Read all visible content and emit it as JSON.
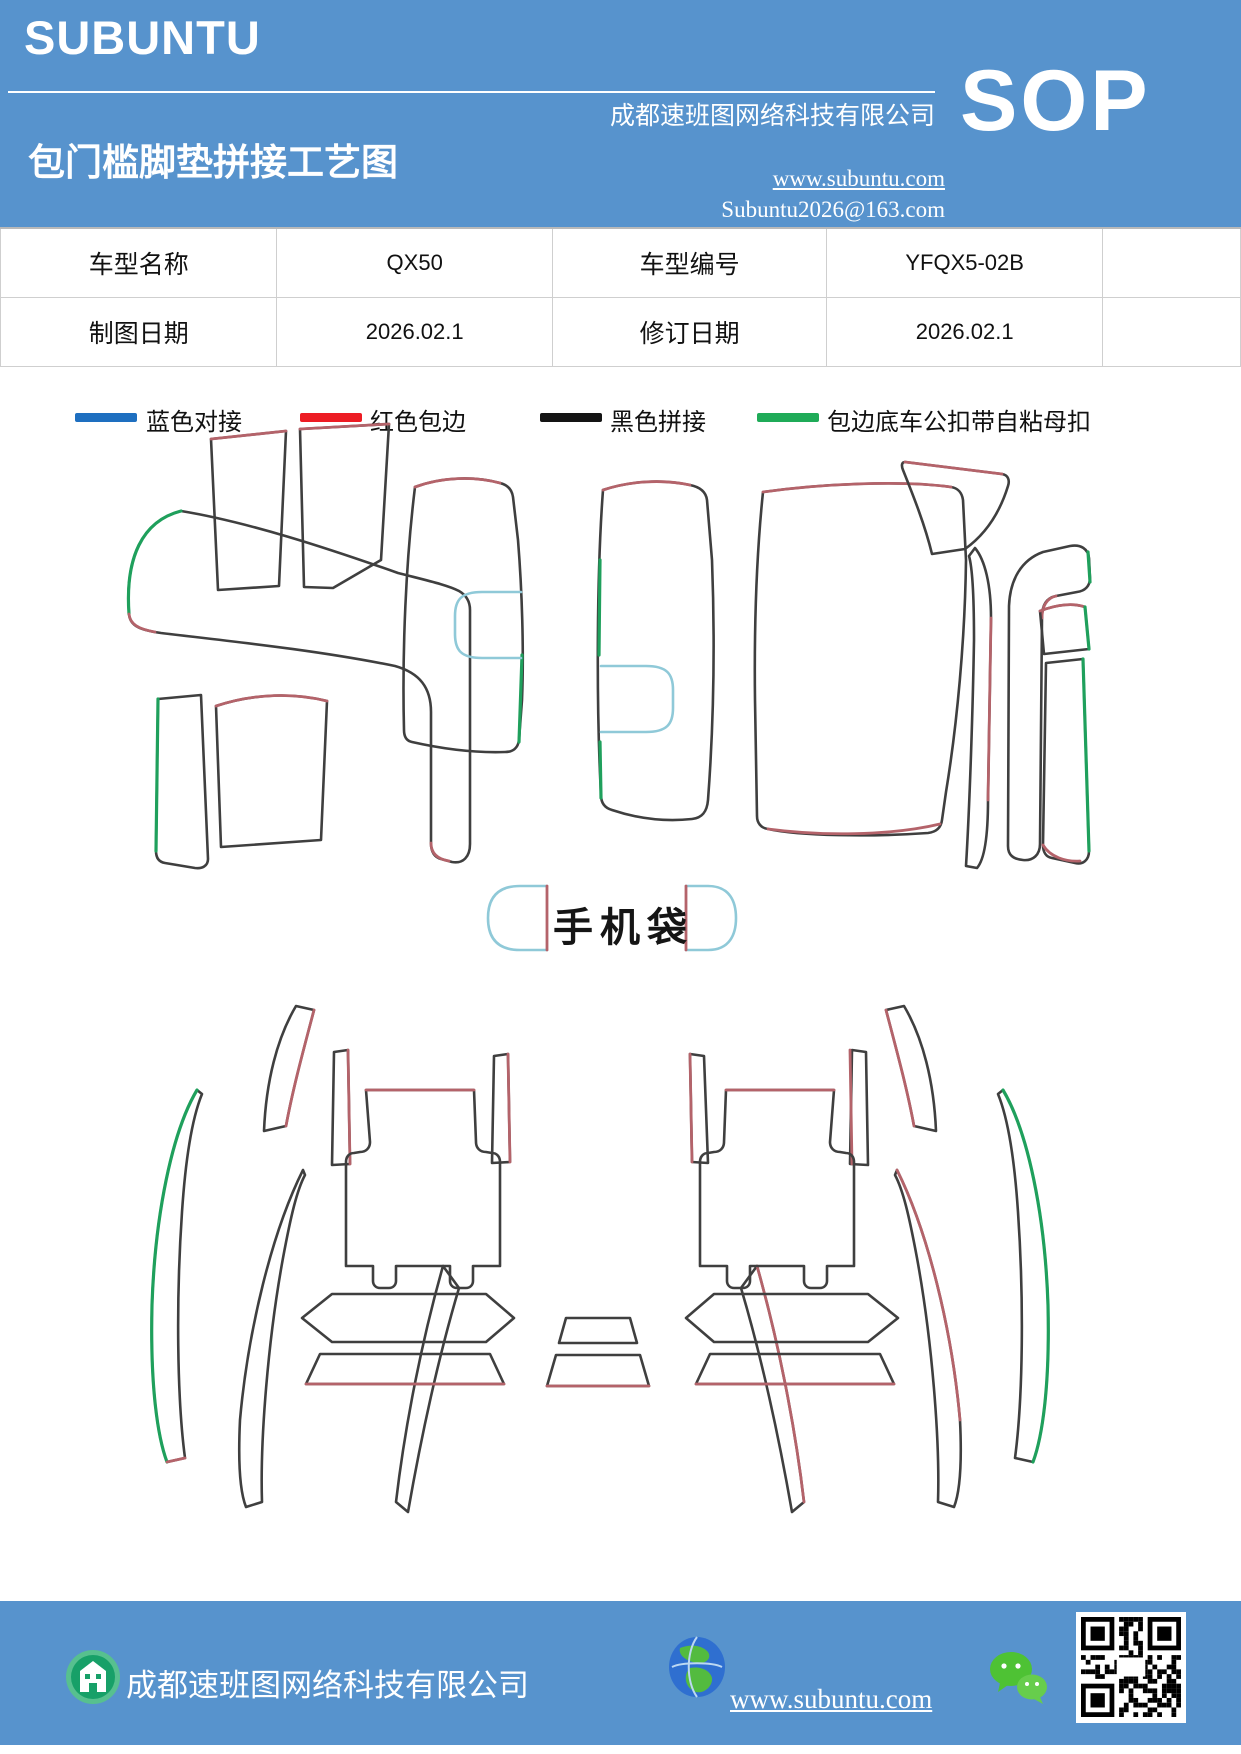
{
  "colors": {
    "brand_blue": "#5793cd",
    "outline": "#3f3f3f",
    "red_edge": "#b4636a",
    "green_edge": "#1fa05c",
    "cyan_edge": "#8fc9d8"
  },
  "header": {
    "logo": "SUBUNTU",
    "company": "成都速班图网络科技有限公司",
    "title": "包门槛脚垫拼接工艺图",
    "sop": "SOP",
    "website": "www.subuntu.com",
    "email": "Subuntu2026@163.com"
  },
  "info_table": {
    "rows": [
      [
        "车型名称",
        "QX50",
        "车型编号",
        "YFQX5-02B",
        ""
      ],
      [
        "制图日期",
        "2026.02.1",
        "修订日期",
        "2026.02.1",
        ""
      ]
    ]
  },
  "legend": {
    "items": [
      {
        "label": "蓝色对接",
        "color": "#1e6fc0"
      },
      {
        "label": "红色包边",
        "color": "#ed1c24"
      },
      {
        "label": "黑色拼接",
        "color": "#141414"
      },
      {
        "label": "包边底车公扣带自粘母扣",
        "color": "#1fab58"
      }
    ]
  },
  "diagram": {
    "phone_bag_label": "手机袋"
  },
  "footer": {
    "company": "成都速班图网络科技有限公司",
    "website": "www.subuntu.com"
  }
}
